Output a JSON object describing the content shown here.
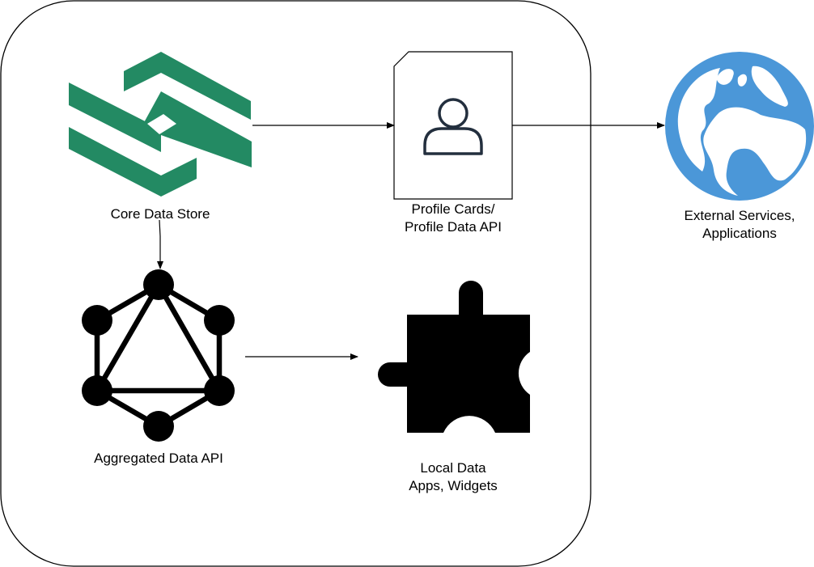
{
  "nodes": {
    "core_store": {
      "label": "Core Data Store",
      "icon": "core-data-store-logo-icon",
      "color": "#238a63"
    },
    "profile_cards": {
      "label_lines": [
        "Profile Cards/",
        "Profile Data API"
      ],
      "icon": "user-card-icon"
    },
    "external_services": {
      "label_lines": [
        "External Services,",
        "Applications"
      ],
      "icon": "globe-icon",
      "color": "#4b97d8"
    },
    "aggregated_api": {
      "label": "Aggregated Data API",
      "icon": "graphql-icon"
    },
    "local_apps": {
      "label_lines": [
        "Local Data",
        "Apps, Widgets"
      ],
      "icon": "puzzle-piece-icon"
    }
  },
  "edges": [
    {
      "from": "core_store",
      "to": "profile_cards"
    },
    {
      "from": "profile_cards",
      "to": "external_services"
    },
    {
      "from": "core_store",
      "to": "aggregated_api"
    },
    {
      "from": "aggregated_api",
      "to": "local_apps"
    }
  ]
}
